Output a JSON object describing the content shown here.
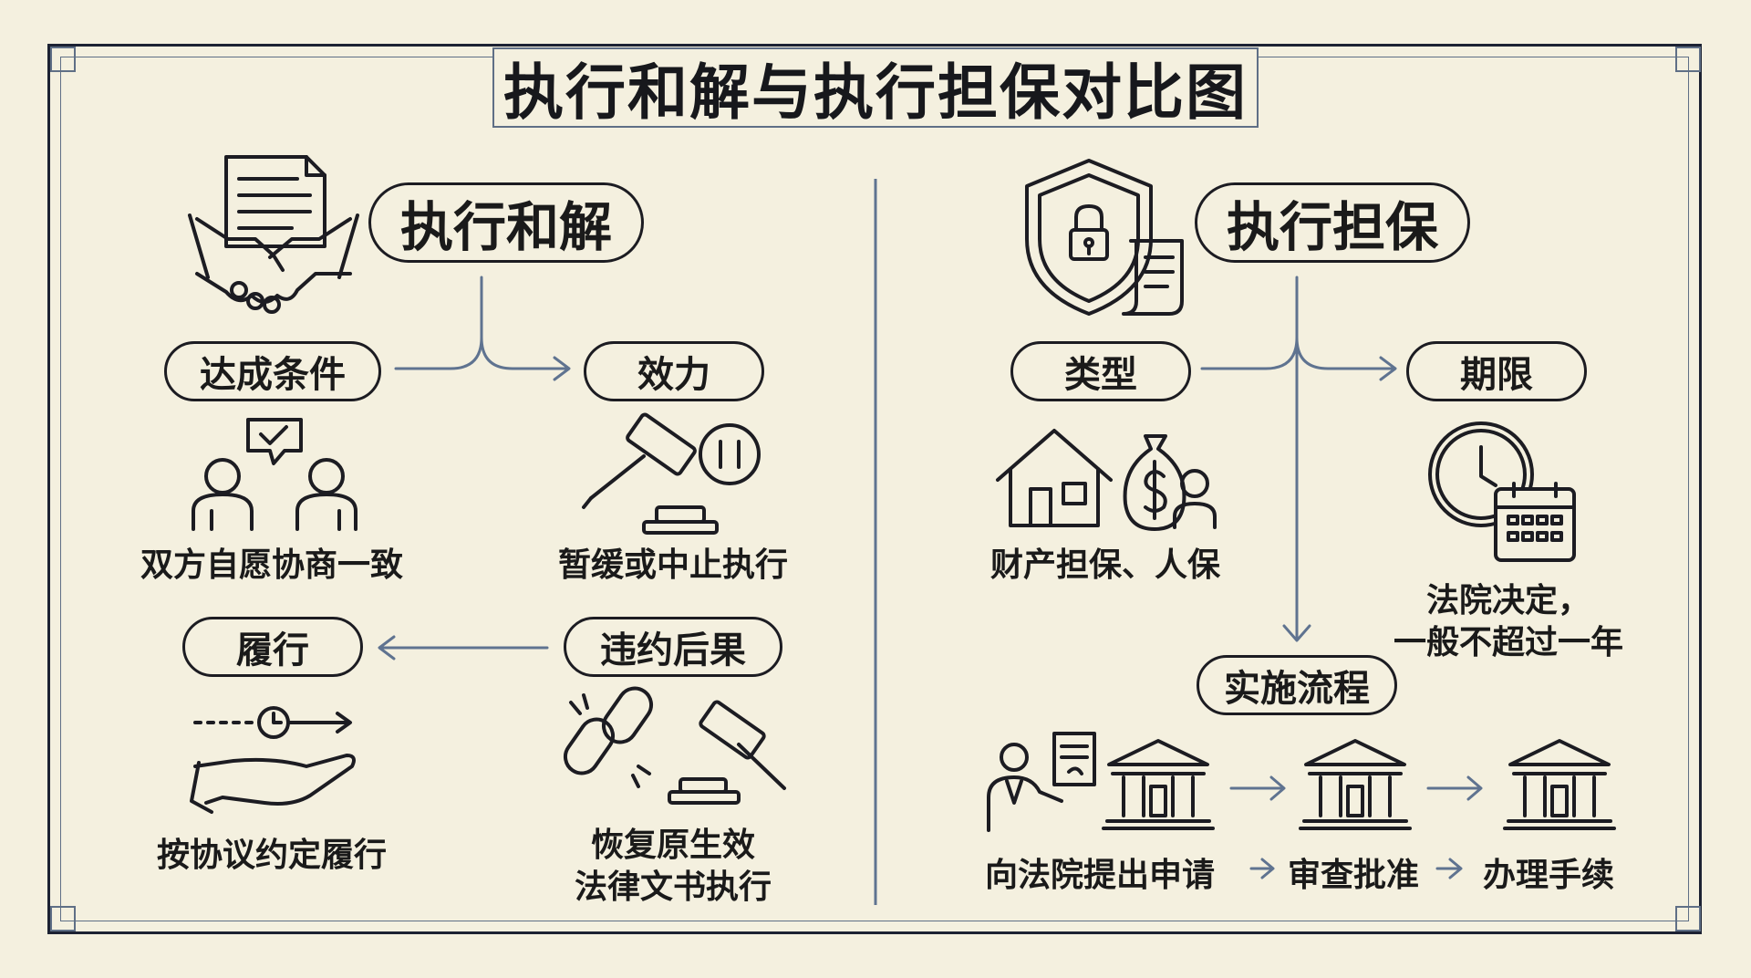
{
  "title": "执行和解与执行担保对比图",
  "left": {
    "heading": "执行和解",
    "conditions": {
      "label": "达成条件",
      "detail": "双方自愿协商一致"
    },
    "effect": {
      "label": "效力",
      "detail": "暂缓或中止执行"
    },
    "perform": {
      "label": "履行",
      "detail": "按协议约定履行"
    },
    "breach": {
      "label": "违约后果",
      "detail_line1": "恢复原生效",
      "detail_line2": "法律文书执行"
    }
  },
  "right": {
    "heading": "执行担保",
    "type": {
      "label": "类型",
      "detail": "财产担保、人保"
    },
    "term": {
      "label": "期限",
      "detail_line1": "法院决定，",
      "detail_line2": "一般不超过一年"
    },
    "process": {
      "label": "实施流程",
      "steps": [
        "向法院提出申请",
        "审查批准",
        "办理手续"
      ]
    }
  },
  "colors": {
    "background": "#f4f0df",
    "ink": "#1c1c22",
    "accent": "#5f7390"
  }
}
